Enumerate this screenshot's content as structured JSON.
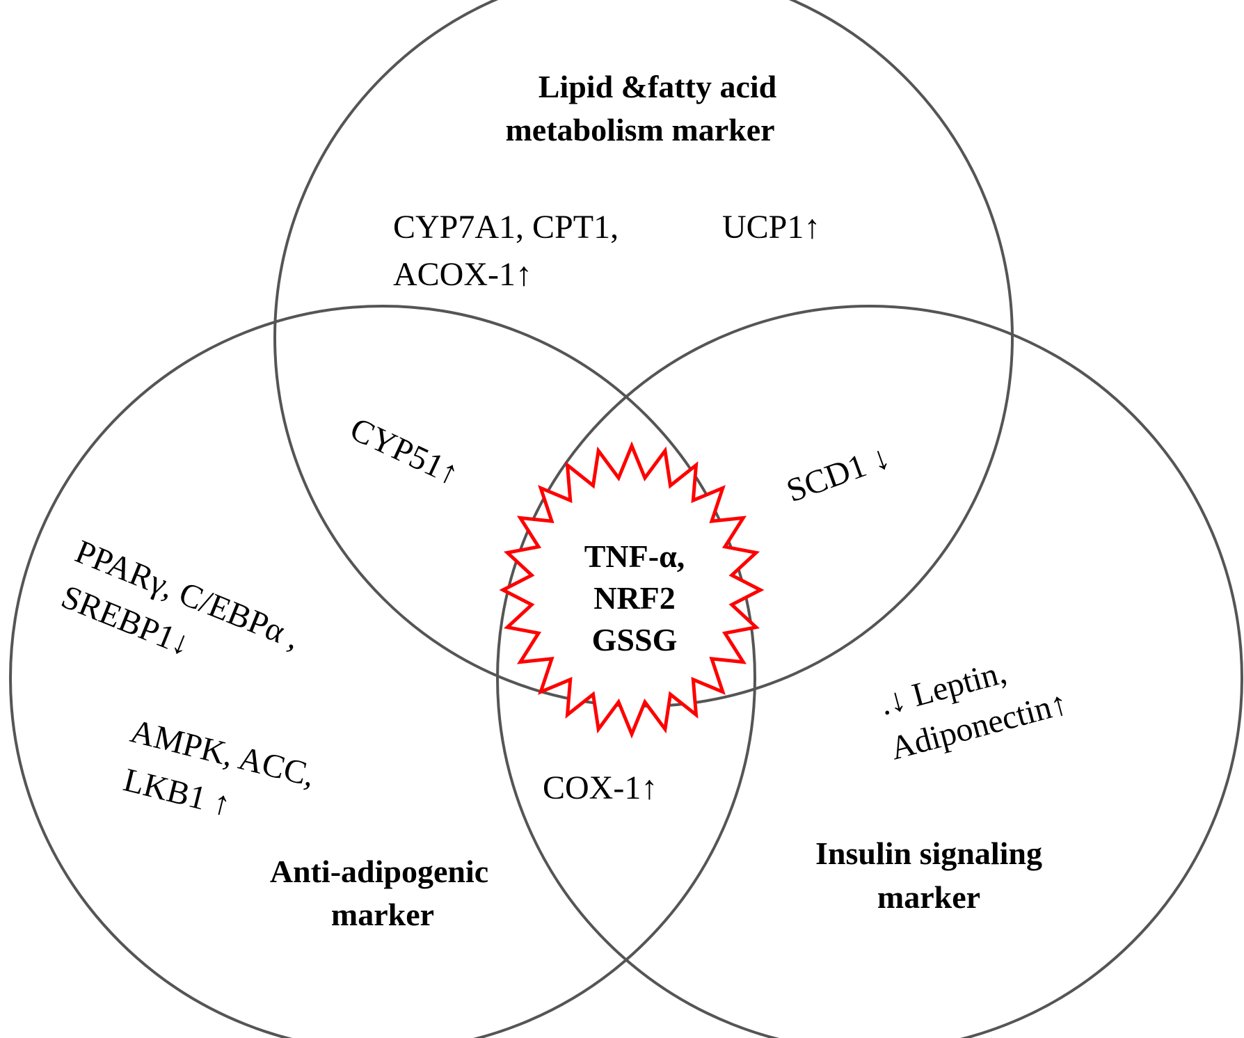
{
  "colors": {
    "circle_stroke": "#555555",
    "starburst_stroke": "#ff0000"
  },
  "sets": {
    "top": {
      "title_line1": "Lipid &fatty acid",
      "title_line2": "metabolism  marker"
    },
    "left": {
      "title_line1": "Anti-adipogenic",
      "title_line2": "marker"
    },
    "right": {
      "title_line1": "Insulin signaling",
      "title_line2": "marker"
    }
  },
  "regions": {
    "top_only_a_line1": "CYP7A1, CPT1,",
    "top_only_a_line2": "ACOX-1↑",
    "top_only_b": "UCP1↑",
    "top_left": "CYP51↑",
    "top_right": "SCD1 ↓",
    "left_only_a_line1": "PPARγ, C/EBPα ,",
    "left_only_a_line2": "SREBP1↓",
    "left_only_b_line1": "AMPK, ACC,",
    "left_only_b_line2": "LKB1 ↑",
    "left_right": "COX-1↑",
    "right_only_line1": ".↓ Leptin,",
    "right_only_line2": "Adiponectin↑",
    "center_line1": "TNF-α,",
    "center_line2": "NRF2",
    "center_line3": "GSSG"
  }
}
